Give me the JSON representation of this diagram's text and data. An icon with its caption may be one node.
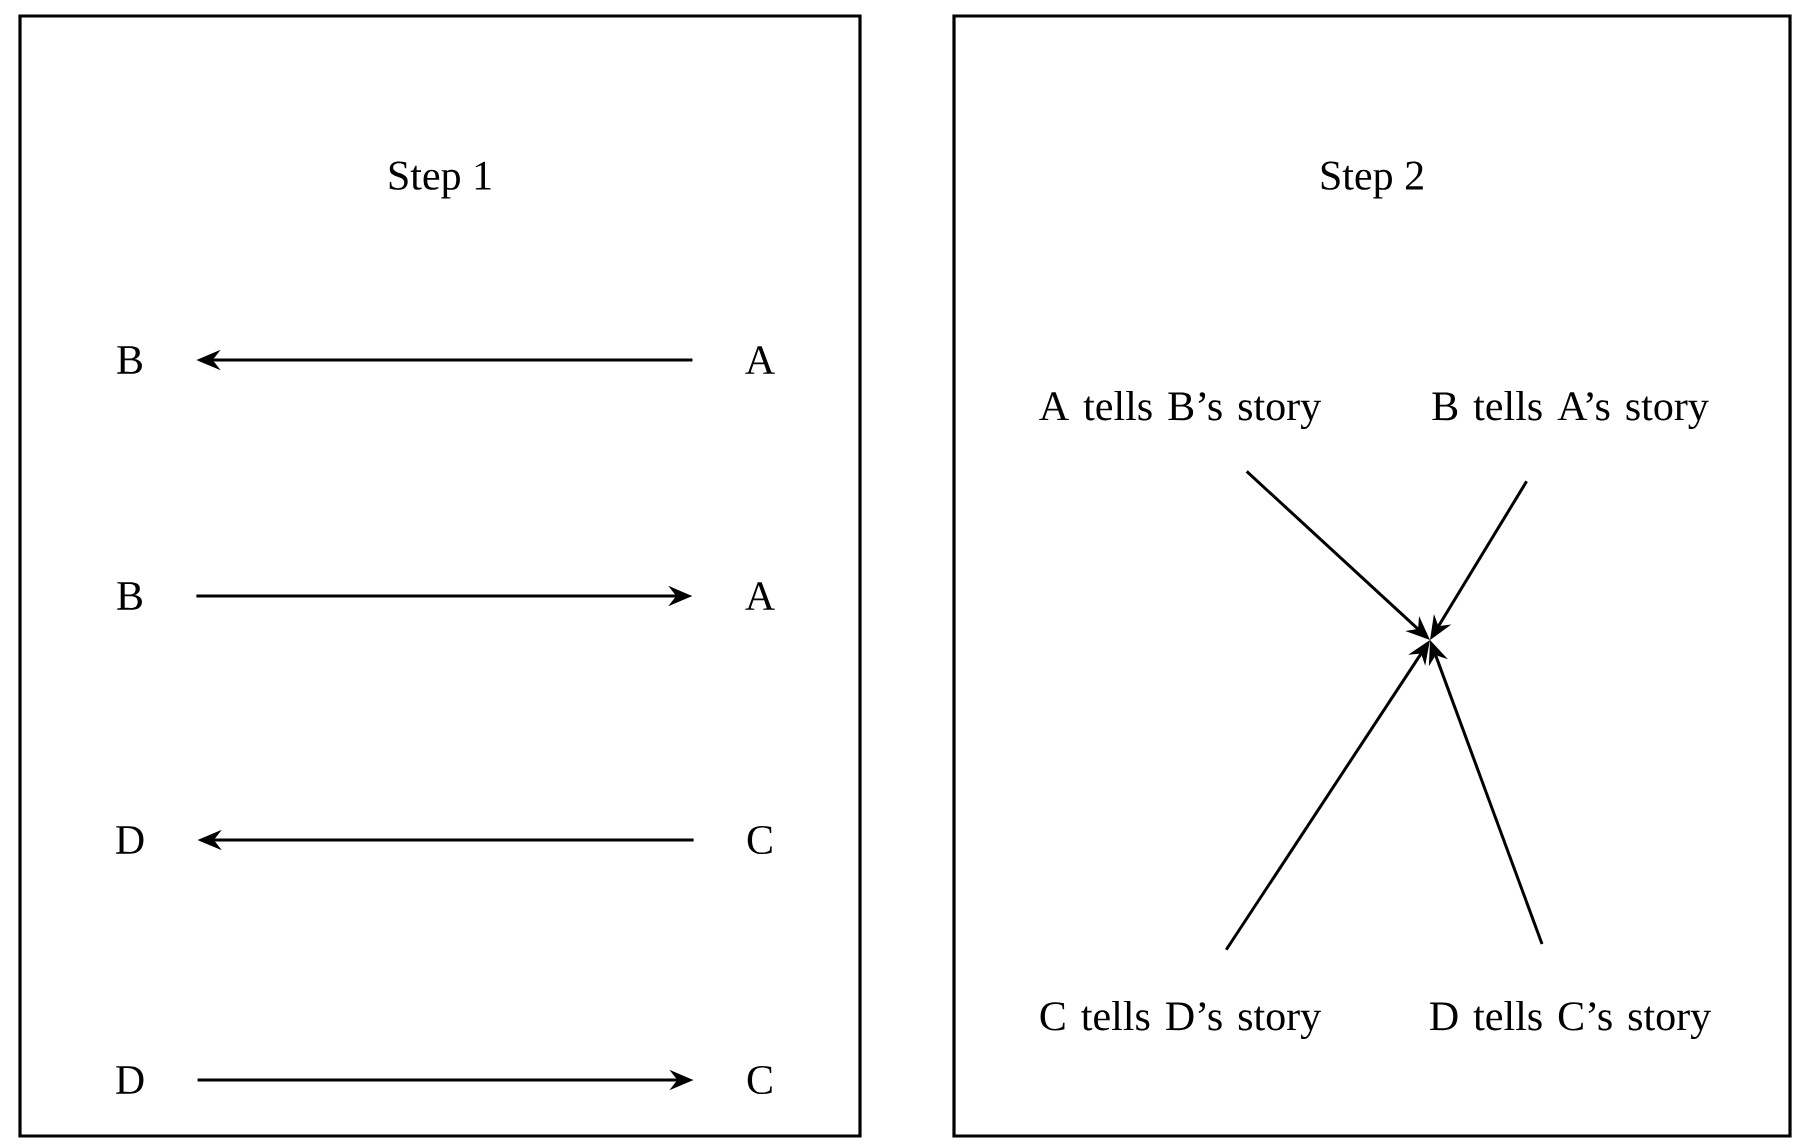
{
  "diagram": {
    "nodes": [
      {
        "text": [
          "Step 1"
        ]
      },
      {
        "text": [
          "B"
        ],
        "in": 0
      },
      {
        "text": [
          "A"
        ],
        "in": 0
      },
      {
        "text": [
          "B"
        ],
        "in": 0
      },
      {
        "text": [
          "A"
        ],
        "in": 0
      },
      {
        "text": [
          "D"
        ],
        "in": 0
      },
      {
        "text": [
          "C"
        ],
        "in": 0
      },
      {
        "text": [
          "D"
        ],
        "in": 0
      },
      {
        "text": [
          "C"
        ],
        "in": 0
      },
      {
        "text": [
          "Step 2"
        ]
      },
      {
        "text": [
          "A tells B’s story"
        ],
        "in": 9
      },
      {
        "text": [
          "B tells A’s story"
        ],
        "in": 9
      },
      {
        "text": [
          "C tells D’s story"
        ],
        "in": 9
      },
      {
        "text": [
          "D tells C’s story"
        ],
        "in": 9
      }
    ],
    "edges": [
      {
        "from": 2,
        "to": 1,
        "arrow": "to"
      },
      {
        "from": 3,
        "to": 4,
        "arrow": "to"
      },
      {
        "from": 6,
        "to": 5,
        "arrow": "to"
      },
      {
        "from": 7,
        "to": 8,
        "arrow": "to"
      },
      {
        "from": 10,
        "to": null,
        "arrow": "to"
      },
      {
        "from": 11,
        "to": null,
        "arrow": "to"
      },
      {
        "from": 12,
        "to": null,
        "arrow": "to"
      },
      {
        "from": 13,
        "to": null,
        "arrow": "to"
      }
    ]
  }
}
